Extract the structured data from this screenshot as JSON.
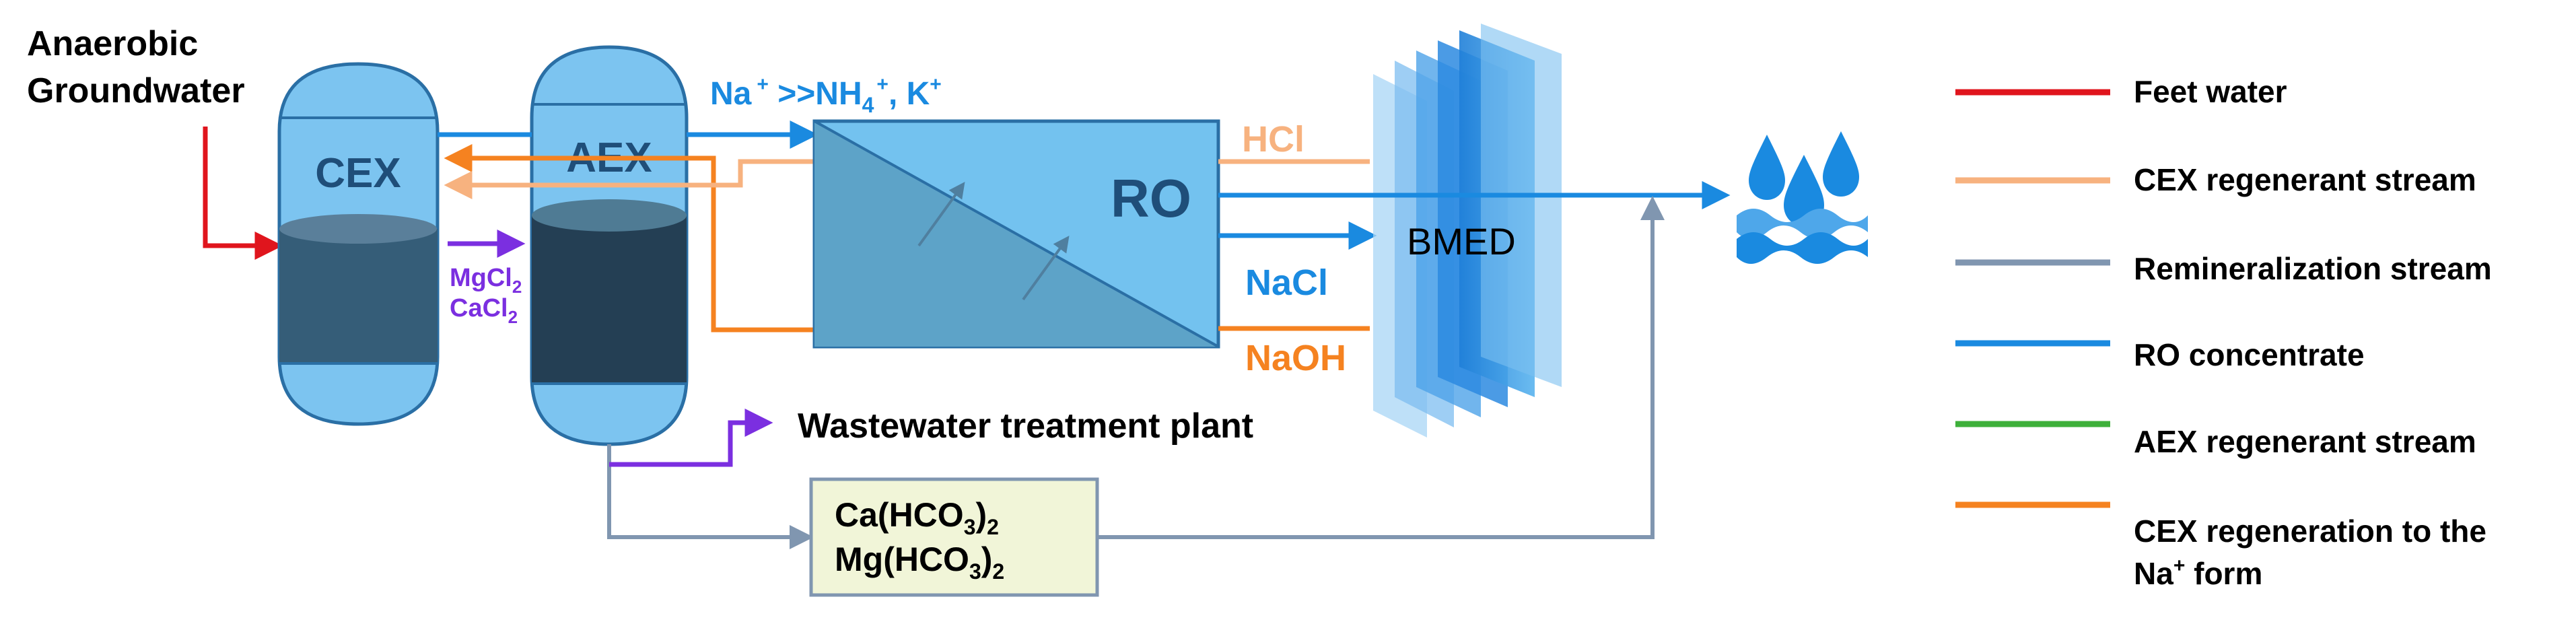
{
  "source": {
    "line1": "Anaerobic",
    "line2": "Groundwater"
  },
  "vessels": {
    "cex": "CEX",
    "aex": "AEX"
  },
  "regenerant_salts": {
    "line1": "MgCl",
    "line1_sub": "2",
    "line2": "CaCl",
    "line2_sub": "2"
  },
  "ions": {
    "na": "Na",
    "sup1": "+",
    "gt": " >>NH",
    "nh_sub": "4",
    "sup2": "+",
    "k": ", K",
    "sup3": "+"
  },
  "ro": {
    "label": "RO"
  },
  "bmed": {
    "label": "BMED"
  },
  "outputs": {
    "hcl": "HCl",
    "nacl": "NaCl",
    "naoh": "NaOH"
  },
  "wwtp": {
    "label": "Wastewater treatment plant"
  },
  "remineral_box": {
    "line1_pre": "Ca(HCO",
    "line1_sub": "3",
    "line1_post": ")",
    "line1_sub2": "2",
    "line2_pre": "Mg(HCO",
    "line2_sub": "3",
    "line2_post": ")",
    "line2_sub2": "2"
  },
  "legend": [
    {
      "label": "Feet water",
      "color": "#e0151d"
    },
    {
      "label": "CEX regenerant stream",
      "color": "#f7b27f"
    },
    {
      "label": "Remineralization stream",
      "color": "#8096b0"
    },
    {
      "label": "RO concentrate",
      "color": "#1a8ae0"
    },
    {
      "label": "AEX regenerant stream",
      "color": "#3eb03a"
    },
    {
      "label": "CEX regeneration to the",
      "label2": "Na",
      "label2_sup": "+",
      "label2_post": " form",
      "color": "#f58220"
    }
  ],
  "colors": {
    "vessel_fill": "#7cc4f0",
    "vessel_stroke": "#2a6fa5",
    "resin_cex": "#355d78",
    "resin_aex": "#243f54",
    "ro_fill": "#73c2ef",
    "ro_membrane": "#5da3c8",
    "box_fill": "#f1f5d8"
  },
  "icons": [
    "water-drops-icon",
    "waves-icon"
  ]
}
